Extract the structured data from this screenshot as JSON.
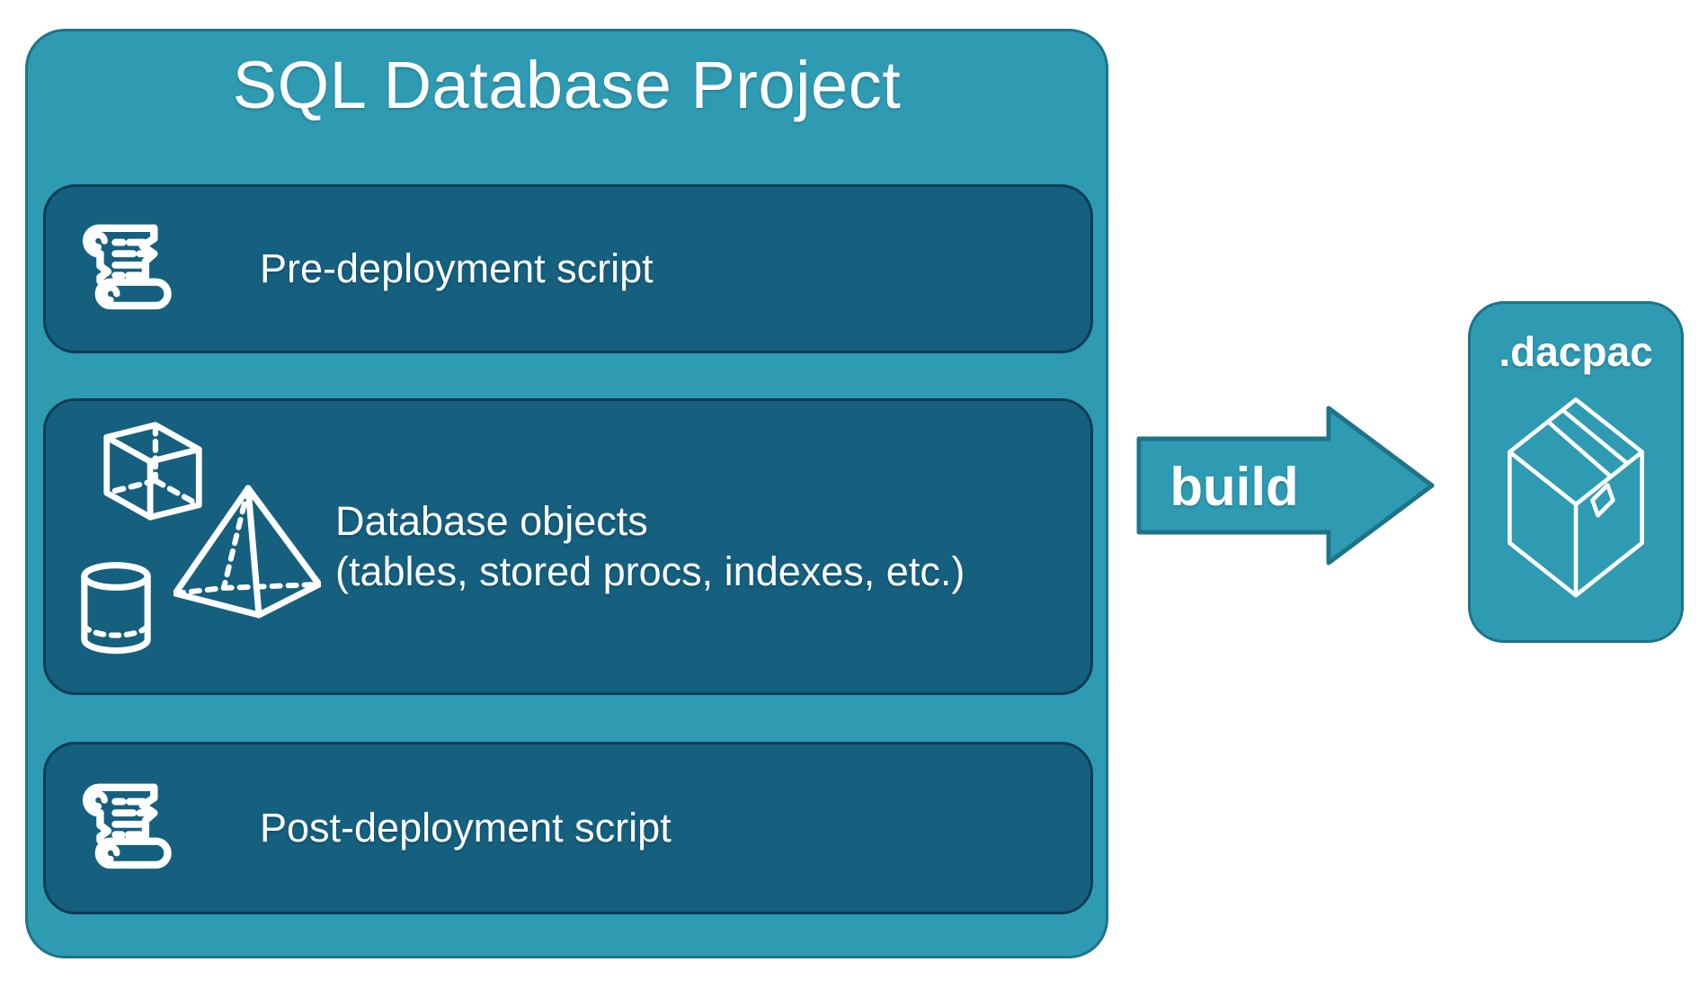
{
  "colors": {
    "background": "#ffffff",
    "teal": "#2e9bb3",
    "teal_border": "#1d7488",
    "panel_dark": "#15607f",
    "panel_border": "#0d3c55",
    "text": "#ffffff"
  },
  "project": {
    "title": "SQL Database Project",
    "rows": [
      {
        "label": "Pre-deployment script",
        "icon": "scroll-icon"
      },
      {
        "label": "Database objects",
        "sublabel": "(tables, stored procs, indexes, etc.)",
        "icons": [
          "cube-icon",
          "pyramid-icon",
          "cylinder-icon"
        ]
      },
      {
        "label": "Post-deployment script",
        "icon": "scroll-icon"
      }
    ]
  },
  "arrow": {
    "label": "build"
  },
  "output": {
    "title": ".dacpac",
    "icon": "package-icon"
  }
}
